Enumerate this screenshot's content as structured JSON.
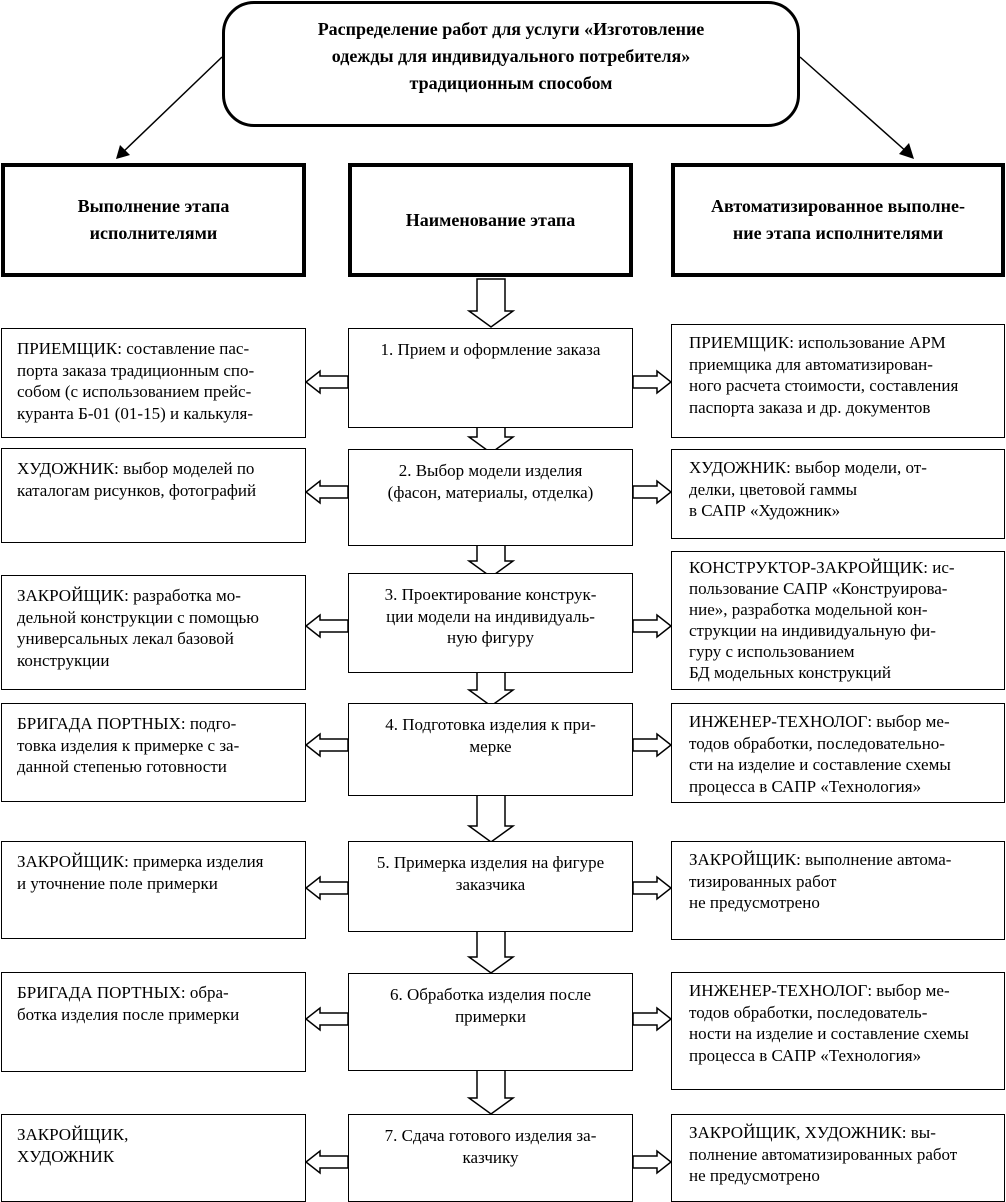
{
  "title": "Распределение работ для услуги «Изготовление\nодежды для индивидуального потребителя»\nтрадиционным способом",
  "headers": {
    "left": "Выполнение этапа\nисполнителями",
    "middle": "Наименование этапа",
    "right": "Автоматизированное выполне-\nние этапа исполнителями"
  },
  "stages": [
    {
      "left": "ПРИЕМЩИК: составление пас-\nпорта заказа традиционным спо-\nсобом (с использованием прейс-\nкуранта Б-01 (01-15) и калькуля-",
      "middle": "1. Прием и оформление заказа",
      "right": "ПРИЕМЩИК: использование АРМ\nприемщика для автоматизирован-\nного расчета стоимости, составления\nпаспорта заказа и др. документов"
    },
    {
      "left": "ХУДОЖНИК: выбор моделей по\nкаталогам рисунков, фотографий",
      "middle": "2. Выбор модели изделия\n(фасон, материалы, отделка)",
      "right": "ХУДОЖНИК: выбор модели, от-\nделки, цветовой гаммы\nв САПР «Художник»"
    },
    {
      "left": "ЗАКРОЙЩИК: разработка мо-\nдельной конструкции с помощью\nуниверсальных лекал базовой\nконструкции",
      "middle": "3. Проектирование конструк-\nции модели на индивидуаль-\nную фигуру",
      "right": "КОНСТРУКТОР-ЗАКРОЙЩИК: ис-\nпользование САПР «Конструирова-\nние», разработка модельной кон-\nструкции на индивидуальную фи-\nгуру с использованием\nБД модельных конструкций"
    },
    {
      "left": "БРИГАДА ПОРТНЫХ: подго-\nтовка изделия к примерке с за-\nданной степенью готовности",
      "middle": "4. Подготовка изделия к при-\nмерке",
      "right": "ИНЖЕНЕР-ТЕХНОЛОГ: выбор ме-\nтодов обработки, последовательно-\nсти на изделие и составление схемы\nпроцесса в САПР «Технология»"
    },
    {
      "left": "ЗАКРОЙЩИК: примерка изделия\nи уточнение поле примерки",
      "middle": "5. Примерка изделия на фигуре\nзаказчика",
      "right": "ЗАКРОЙЩИК: выполнение автома-\nтизированных работ\nне предусмотрено"
    },
    {
      "left": "БРИГАДА ПОРТНЫХ: обра-\nботка изделия после примерки",
      "middle": "6. Обработка изделия после\nпримерки",
      "right": "ИНЖЕНЕР-ТЕХНОЛОГ: выбор ме-\nтодов обработки, последователь-\nности на изделие и составление схемы\nпроцесса в САПР «Технология»"
    },
    {
      "left": "ЗАКРОЙЩИК,\nХУДОЖНИК",
      "middle": "7. Сдача готового изделия за-\nказчику",
      "right": "ЗАКРОЙЩИК, ХУДОЖНИК: вы-\nполнение автоматизированных работ\nне предусмотрено"
    }
  ]
}
